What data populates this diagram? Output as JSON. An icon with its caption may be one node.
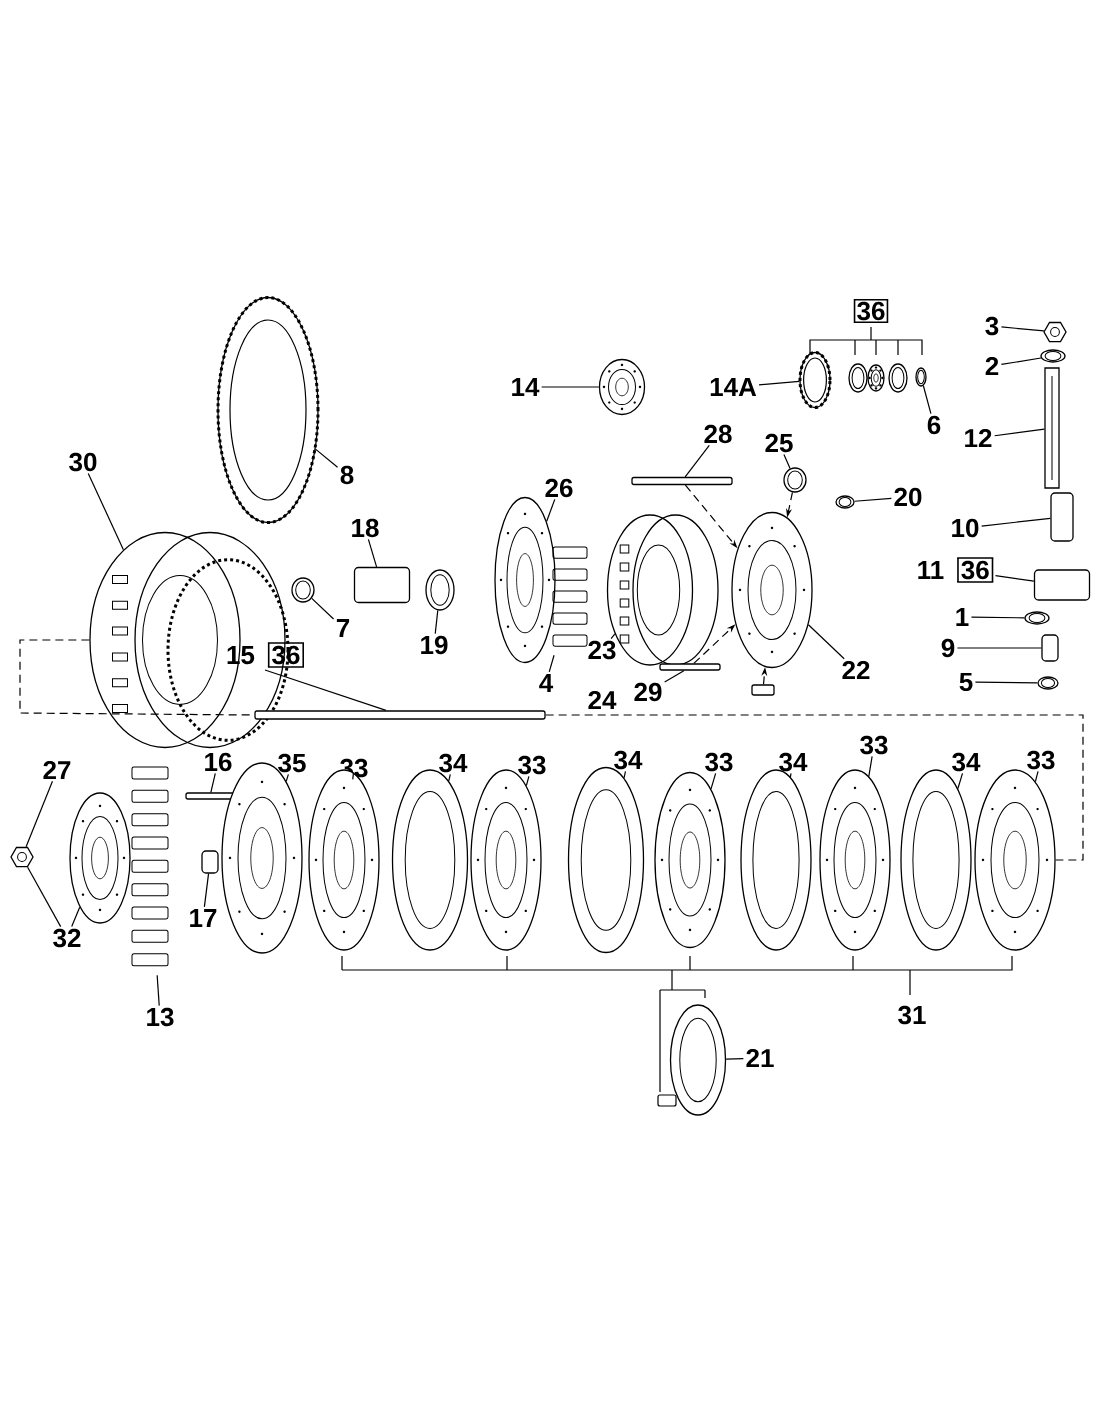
{
  "diagram": {
    "nodes": [
      {
        "text": [
          "30"
        ]
      },
      {
        "text": [],
        "shape": "picture"
      },
      {
        "text": [
          "8"
        ]
      },
      {
        "text": [],
        "shape": "picture"
      },
      {
        "text": [
          "14"
        ]
      },
      {
        "text": [],
        "shape": "picture"
      },
      {
        "text": [
          "14A"
        ]
      },
      {
        "text": [],
        "shape": "picture"
      },
      {
        "text": [],
        "shape": "picture"
      },
      {
        "text": [],
        "shape": "picture"
      },
      {
        "text": [],
        "shape": "picture"
      },
      {
        "text": [],
        "shape": "picture"
      },
      {
        "text": [
          "6"
        ]
      },
      {
        "text": [
          "3"
        ]
      },
      {
        "text": [],
        "shape": "picture"
      },
      {
        "text": [
          "2"
        ]
      },
      {
        "text": [],
        "shape": "picture"
      },
      {
        "text": [
          "12"
        ]
      },
      {
        "text": [],
        "shape": "picture"
      },
      {
        "text": [
          "28"
        ]
      },
      {
        "text": [],
        "shape": "bar"
      },
      {
        "text": [
          "25"
        ]
      },
      {
        "text": [],
        "shape": "picture"
      },
      {
        "text": [
          "20"
        ]
      },
      {
        "text": [],
        "shape": "picture"
      },
      {
        "text": [
          "26"
        ]
      },
      {
        "text": [],
        "shape": "picture"
      },
      {
        "text": [
          "4"
        ]
      },
      {
        "text": [],
        "shape": "picture"
      },
      {
        "text": [
          "23"
        ]
      },
      {
        "text": [],
        "shape": "picture"
      },
      {
        "text": [
          "29"
        ]
      },
      {
        "text": [],
        "shape": "bar"
      },
      {
        "text": [],
        "shape": "picture"
      },
      {
        "text": [
          "22"
        ]
      },
      {
        "text": [],
        "shape": "bar"
      },
      {
        "text": [
          "10"
        ]
      },
      {
        "text": [],
        "shape": "box"
      },
      {
        "text": [
          "11",
          "36"
        ]
      },
      {
        "text": [],
        "shape": "box"
      },
      {
        "text": [
          "1"
        ]
      },
      {
        "text": [],
        "shape": "picture"
      },
      {
        "text": [
          "9"
        ]
      },
      {
        "text": [],
        "shape": "box"
      },
      {
        "text": [
          "5"
        ]
      },
      {
        "text": [],
        "shape": "picture"
      },
      {
        "text": [
          "18"
        ]
      },
      {
        "text": [],
        "shape": "box"
      },
      {
        "text": [
          "7"
        ]
      },
      {
        "text": [],
        "shape": "picture"
      },
      {
        "text": [
          "19"
        ]
      },
      {
        "text": [],
        "shape": "picture"
      },
      {
        "text": [
          "15",
          "36"
        ]
      },
      {
        "text": [],
        "shape": "bar"
      },
      {
        "text": [
          "27"
        ]
      },
      {
        "text": [],
        "shape": "picture"
      },
      {
        "text": [
          "32"
        ]
      },
      {
        "text": [],
        "shape": "picture"
      },
      {
        "text": [],
        "shape": "picture"
      },
      {
        "text": [
          "13"
        ]
      },
      {
        "text": [
          "16"
        ]
      },
      {
        "text": [],
        "shape": "bar"
      },
      {
        "text": [
          "17"
        ]
      },
      {
        "text": [],
        "shape": "box"
      },
      {
        "text": [
          "35"
        ]
      },
      {
        "text": [],
        "shape": "picture"
      },
      {
        "text": [
          "33"
        ]
      },
      {
        "text": [],
        "shape": "picture"
      },
      {
        "text": [
          "34"
        ]
      },
      {
        "text": [],
        "shape": "picture"
      },
      {
        "text": [
          "33"
        ]
      },
      {
        "text": [],
        "shape": "picture"
      },
      {
        "text": [
          "34"
        ]
      },
      {
        "text": [],
        "shape": "picture"
      },
      {
        "text": [
          "33"
        ]
      },
      {
        "text": [],
        "shape": "picture"
      },
      {
        "text": [
          "34"
        ]
      },
      {
        "text": [],
        "shape": "picture"
      },
      {
        "text": [
          "33"
        ]
      },
      {
        "text": [],
        "shape": "picture"
      },
      {
        "text": [
          "34"
        ]
      },
      {
        "text": [],
        "shape": "picture"
      },
      {
        "text": [
          "33"
        ]
      },
      {
        "text": [],
        "shape": "picture"
      },
      {
        "text": [],
        "shape": "picture"
      },
      {
        "text": [
          "21"
        ]
      }
    ],
    "edges": [
      {
        "from": 0,
        "to": 1,
        "arrow": "none"
      },
      {
        "from": 2,
        "to": 3,
        "arrow": "none"
      },
      {
        "from": 4,
        "to": 5,
        "arrow": "none"
      },
      {
        "from": 6,
        "to": 7,
        "arrow": "none"
      },
      {
        "from": 12,
        "to": 11,
        "arrow": "none"
      },
      {
        "from": 13,
        "to": 14,
        "arrow": "none"
      },
      {
        "from": 15,
        "to": 16,
        "arrow": "none"
      },
      {
        "from": 17,
        "to": 18,
        "arrow": "none"
      },
      {
        "from": 19,
        "to": 20,
        "arrow": "none"
      },
      {
        "from": 21,
        "to": 22,
        "arrow": "none"
      },
      {
        "from": 23,
        "to": 24,
        "arrow": "none"
      },
      {
        "from": 25,
        "to": 26,
        "arrow": "none"
      },
      {
        "from": 27,
        "to": 28,
        "arrow": "none"
      },
      {
        "from": 29,
        "to": 30,
        "arrow": "none"
      },
      {
        "from": 31,
        "to": 32,
        "arrow": "none"
      },
      {
        "from": 34,
        "to": 33,
        "arrow": "none"
      },
      {
        "from": 36,
        "to": 37,
        "arrow": "none"
      },
      {
        "from": 38,
        "to": 39,
        "arrow": "none"
      },
      {
        "from": 40,
        "to": 41,
        "arrow": "none"
      },
      {
        "from": 42,
        "to": 43,
        "arrow": "none"
      },
      {
        "from": 44,
        "to": 45,
        "arrow": "none"
      },
      {
        "from": 46,
        "to": 47,
        "arrow": "none"
      },
      {
        "from": 48,
        "to": 49,
        "arrow": "none"
      },
      {
        "from": 50,
        "to": 51,
        "arrow": "none"
      },
      {
        "from": 52,
        "to": 53,
        "arrow": "none"
      },
      {
        "from": 54,
        "to": 55,
        "arrow": "none"
      },
      {
        "from": 56,
        "to": 55,
        "arrow": "none"
      },
      {
        "from": 56,
        "to": 57,
        "arrow": "none"
      },
      {
        "from": 59,
        "to": 58,
        "arrow": "none"
      },
      {
        "from": 60,
        "to": 61,
        "arrow": "none"
      },
      {
        "from": 62,
        "to": 63,
        "arrow": "none"
      },
      {
        "from": 64,
        "to": 65,
        "arrow": "none"
      },
      {
        "from": 66,
        "to": 67,
        "arrow": "none"
      },
      {
        "from": 68,
        "to": 69,
        "arrow": "none"
      },
      {
        "from": 70,
        "to": 71,
        "arrow": "none"
      },
      {
        "from": 72,
        "to": 73,
        "arrow": "none"
      },
      {
        "from": 74,
        "to": 75,
        "arrow": "none"
      },
      {
        "from": 76,
        "to": 77,
        "arrow": "none"
      },
      {
        "from": 78,
        "to": 79,
        "arrow": "none"
      },
      {
        "from": 80,
        "to": 81,
        "arrow": "none"
      },
      {
        "from": 82,
        "to": 83,
        "arrow": "none"
      },
      {
        "from": 85,
        "to": 84,
        "arrow": "none"
      },
      {
        "from": 20,
        "to": 33,
        "arrow": "to",
        "style": "dashed"
      },
      {
        "from": 22,
        "to": 33,
        "arrow": "to",
        "style": "dashed"
      },
      {
        "from": 32,
        "to": 33,
        "arrow": "to",
        "style": "dashed"
      },
      {
        "from": 35,
        "to": 33,
        "arrow": "to",
        "style": "dashed"
      },
      {
        "from": 1,
        "to": 53,
        "arrow": "none",
        "style": "dashed"
      },
      {
        "from": 53,
        "to": 83,
        "arrow": "none",
        "style": "dashed"
      }
    ],
    "labels": [
      "36",
      "24",
      "31"
    ]
  }
}
